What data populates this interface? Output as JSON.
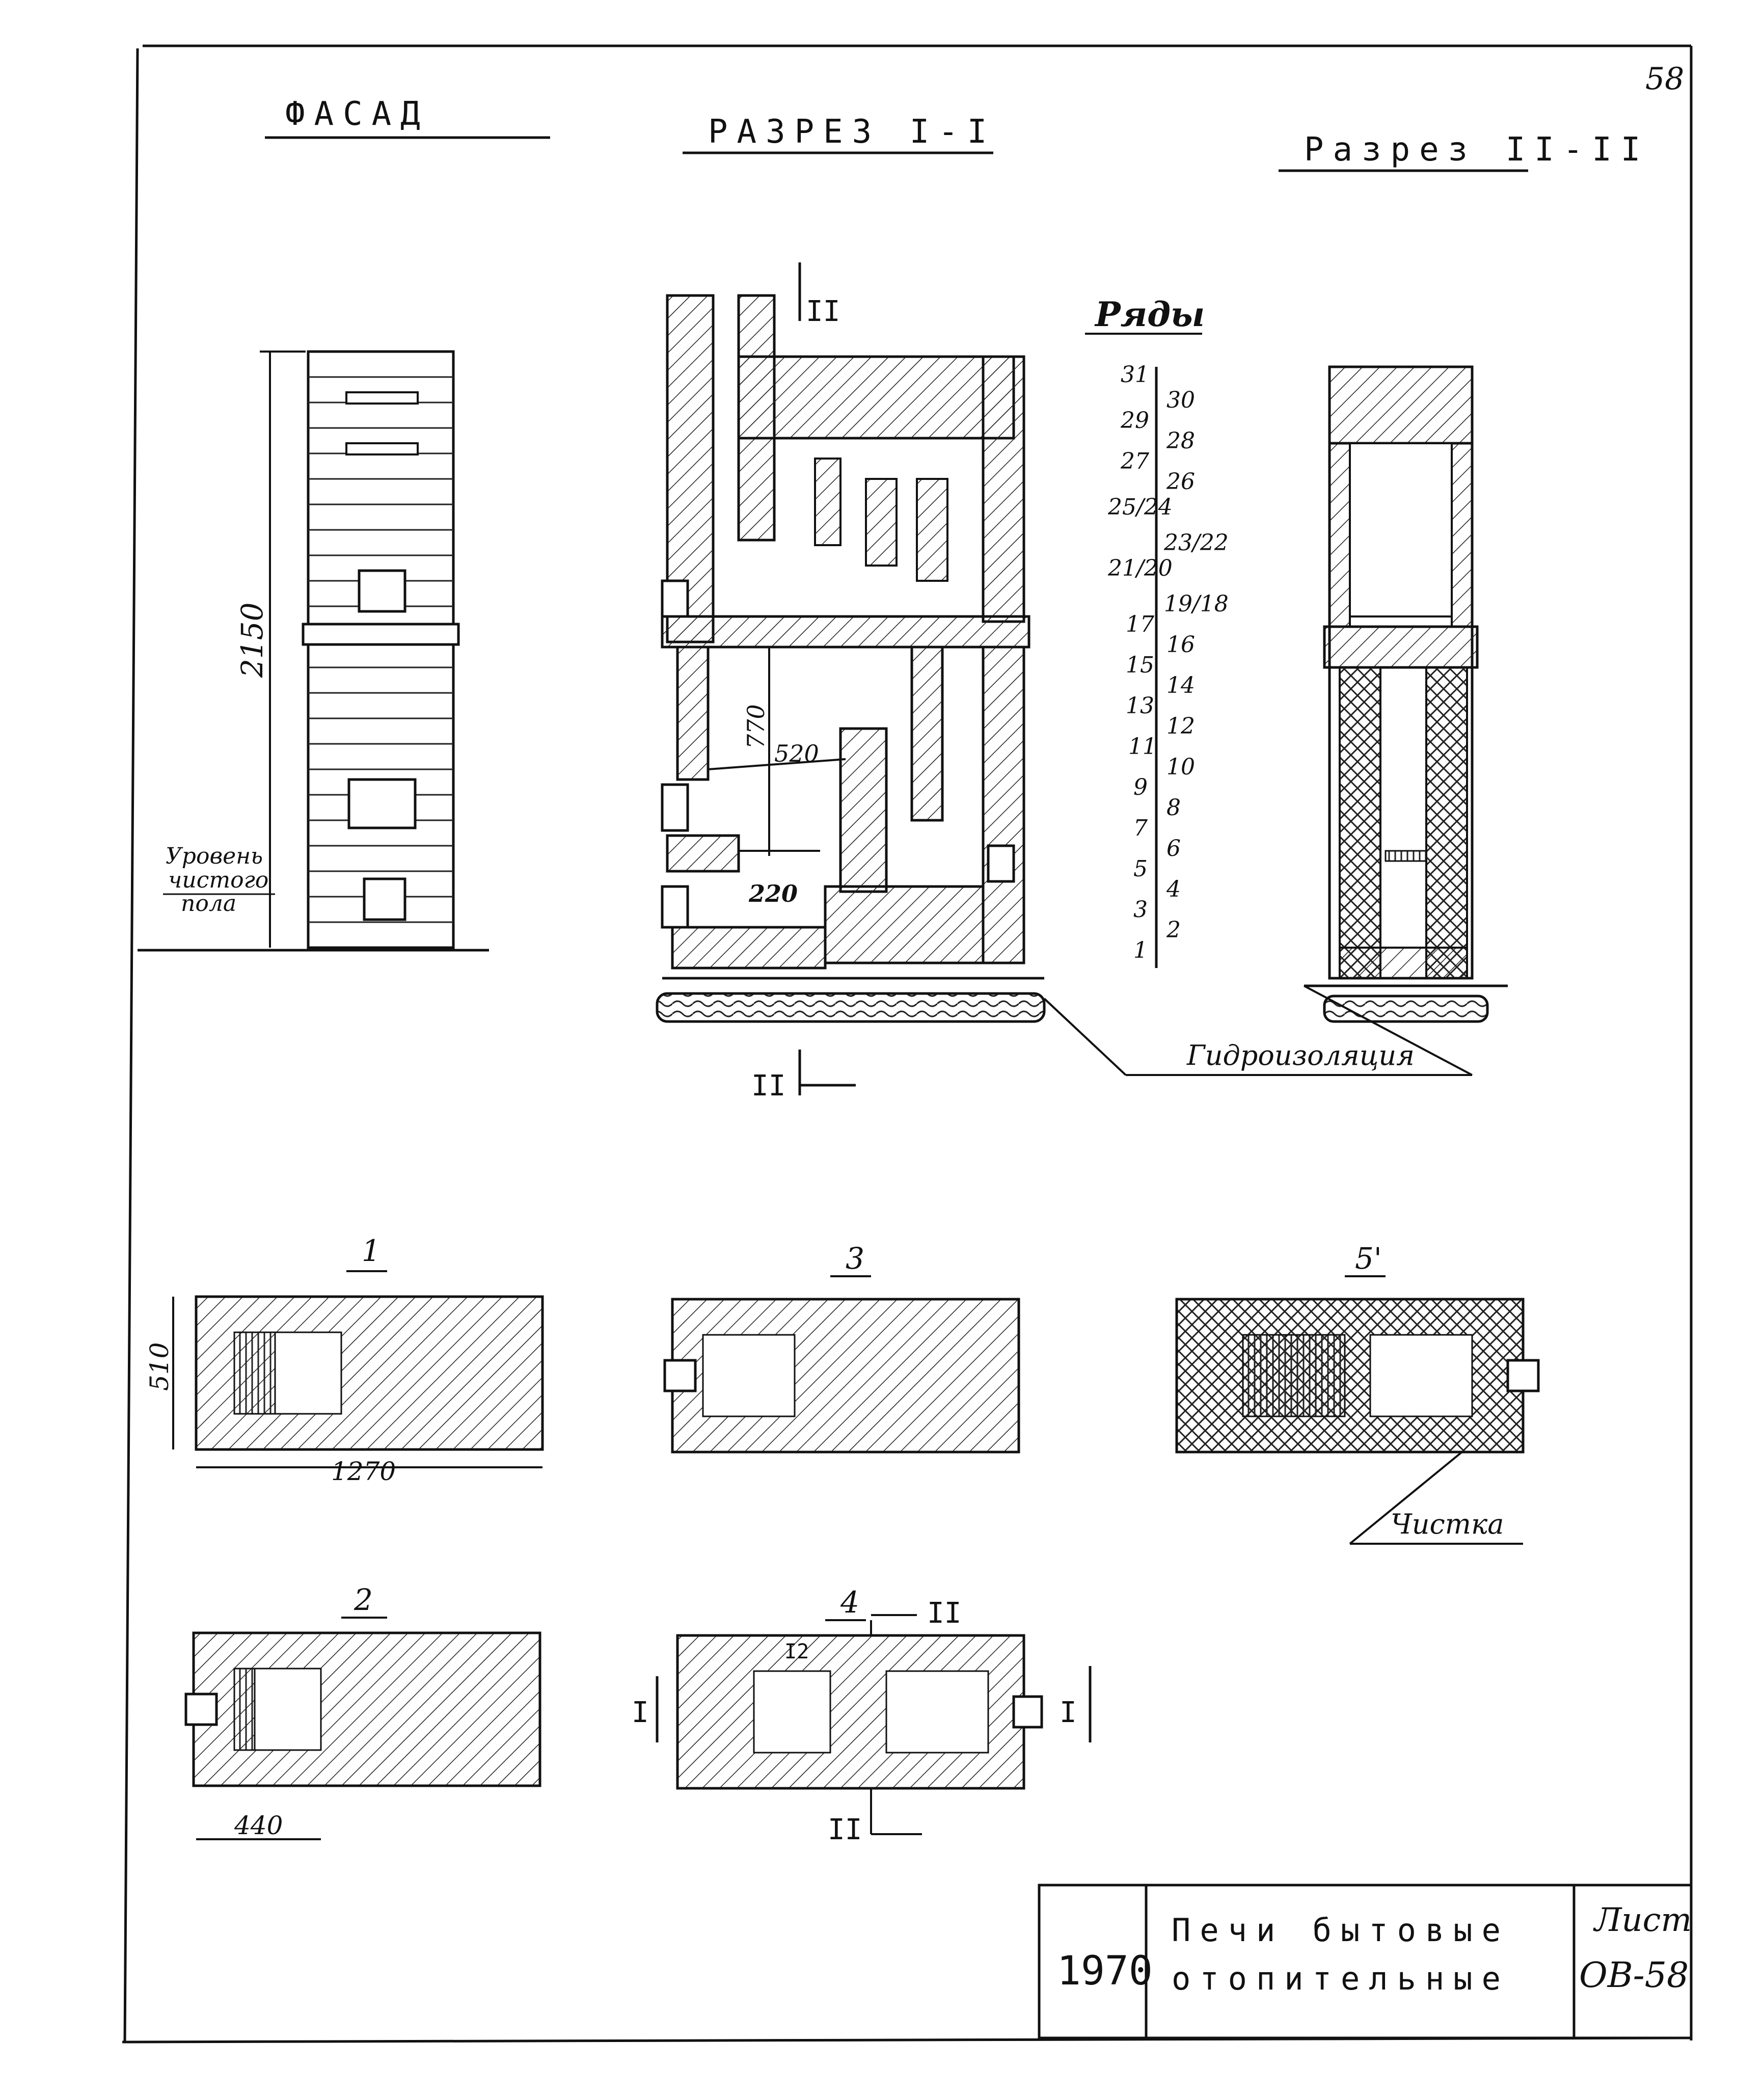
{
  "sheet_number": "58",
  "titles": {
    "facade": "ФАСАД",
    "section_1": "РАЗРЕЗ I-I",
    "section_2": "Разрез II-II"
  },
  "rows_heading": "Ряды",
  "rows_left": [
    "31",
    "29",
    "27",
    "25/24",
    "21/20",
    "17",
    "15",
    "13",
    "11",
    "9",
    "7",
    "5",
    "3",
    "1"
  ],
  "rows_right": [
    "30",
    "28",
    "26",
    "23/22",
    "19/18",
    "16",
    "14",
    "12",
    "10",
    "8",
    "6",
    "4",
    "2"
  ],
  "facade": {
    "height_dim": "2150",
    "floor_label_1": "Уровень",
    "floor_label_2": "чистого",
    "floor_label_3": "пола"
  },
  "section_1": {
    "cut_mark_top": "II",
    "cut_mark_bottom": "II",
    "dim_770": "770",
    "dim_520": "520",
    "dim_220": "220"
  },
  "waterproofing_label": "Гидроизоляция",
  "plans": {
    "p1": {
      "label": "1",
      "dim_w": "1270",
      "dim_h": "510"
    },
    "p3": {
      "label": "3"
    },
    "p5": {
      "label": "5'",
      "note": "Чистка"
    },
    "p2": {
      "label": "2",
      "dim_w": "440"
    },
    "p4": {
      "label": "4",
      "cut_i_left": "I",
      "cut_i_right": "I",
      "cut_ii_top": "II",
      "cut_ii_bottom": "II",
      "inner_mark": "I2"
    }
  },
  "title_block": {
    "year": "1970",
    "name_line_1": "Печи бытовые",
    "name_line_2": "отопительные",
    "sheet_label": "Лист",
    "sheet_code": "ОВ-58"
  }
}
